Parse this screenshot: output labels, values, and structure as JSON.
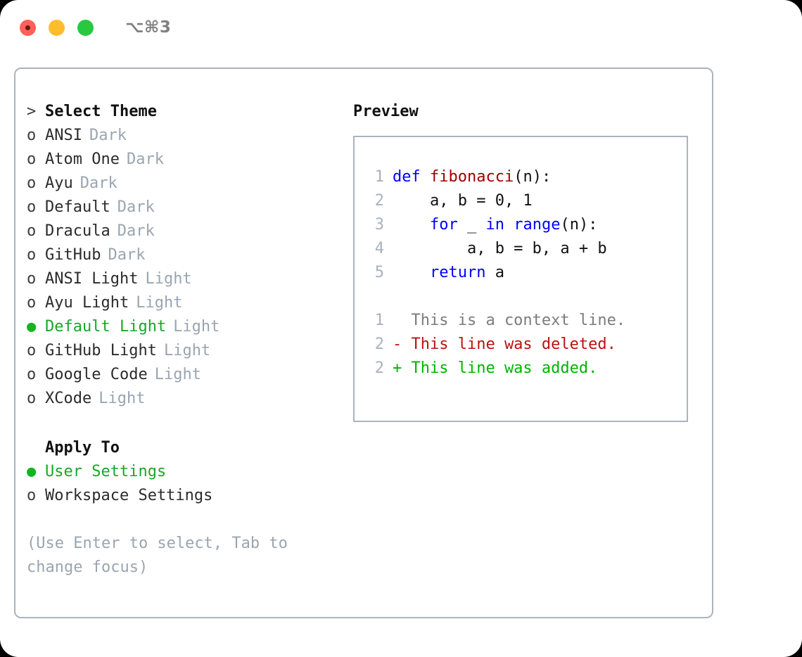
{
  "titlebar": {
    "shortcut": "⌥⌘3",
    "lights": [
      {
        "name": "close",
        "color": "#ff6159"
      },
      {
        "name": "minimize",
        "color": "#ffbd2e"
      },
      {
        "name": "maximize",
        "color": "#28c840"
      }
    ]
  },
  "theme_list": {
    "header_prefix": ">",
    "header": "Select Theme",
    "marker_on": "●",
    "marker_off": "o",
    "items": [
      {
        "name": "ANSI",
        "category": "Dark",
        "selected": false
      },
      {
        "name": "Atom One",
        "category": "Dark",
        "selected": false
      },
      {
        "name": "Ayu",
        "category": "Dark",
        "selected": false
      },
      {
        "name": "Default",
        "category": "Dark",
        "selected": false
      },
      {
        "name": "Dracula",
        "category": "Dark",
        "selected": false
      },
      {
        "name": "GitHub",
        "category": "Dark",
        "selected": false
      },
      {
        "name": "ANSI Light",
        "category": "Light",
        "selected": false
      },
      {
        "name": "Ayu Light",
        "category": "Light",
        "selected": false
      },
      {
        "name": "Default Light",
        "category": "Light",
        "selected": true
      },
      {
        "name": "GitHub Light",
        "category": "Light",
        "selected": false
      },
      {
        "name": "Google Code",
        "category": "Light",
        "selected": false
      },
      {
        "name": "XCode",
        "category": "Light",
        "selected": false
      }
    ]
  },
  "apply_to": {
    "header": "Apply To",
    "items": [
      {
        "name": "User Settings",
        "selected": true
      },
      {
        "name": "Workspace Settings",
        "selected": false
      }
    ]
  },
  "hint": "(Use Enter to select, Tab to change focus)",
  "preview": {
    "title": "Preview",
    "code": [
      {
        "num": "1",
        "segments": [
          {
            "t": "def ",
            "c": "kw"
          },
          {
            "t": "fibonacci",
            "c": "fn"
          },
          {
            "t": "(n):",
            "c": "plain"
          }
        ]
      },
      {
        "num": "2",
        "segments": [
          {
            "t": "    a, b = 0, 1",
            "c": "plain"
          }
        ]
      },
      {
        "num": "3",
        "segments": [
          {
            "t": "    ",
            "c": "plain"
          },
          {
            "t": "for ",
            "c": "kw"
          },
          {
            "t": "_ ",
            "c": "plain"
          },
          {
            "t": "in ",
            "c": "kw"
          },
          {
            "t": "range",
            "c": "kw"
          },
          {
            "t": "(n):",
            "c": "plain"
          }
        ]
      },
      {
        "num": "4",
        "segments": [
          {
            "t": "        a, b = b, a + b",
            "c": "plain"
          }
        ]
      },
      {
        "num": "5",
        "segments": [
          {
            "t": "    ",
            "c": "plain"
          },
          {
            "t": "return ",
            "c": "kw"
          },
          {
            "t": "a",
            "c": "plain"
          }
        ]
      }
    ],
    "diff": [
      {
        "num": "1",
        "text": "  This is a context line.",
        "kind": "ctx"
      },
      {
        "num": "2",
        "text": "- This line was deleted.",
        "kind": "del"
      },
      {
        "num": "2",
        "text": "+ This line was added.",
        "kind": "add"
      }
    ]
  },
  "colors": {
    "accent_green": "#17a828",
    "muted": "#9aa5b1",
    "border": "#aab3bf",
    "keyword": "#0000ff",
    "function": "#a00000",
    "diff_added": "#00b400",
    "diff_deleted": "#bb1111"
  }
}
